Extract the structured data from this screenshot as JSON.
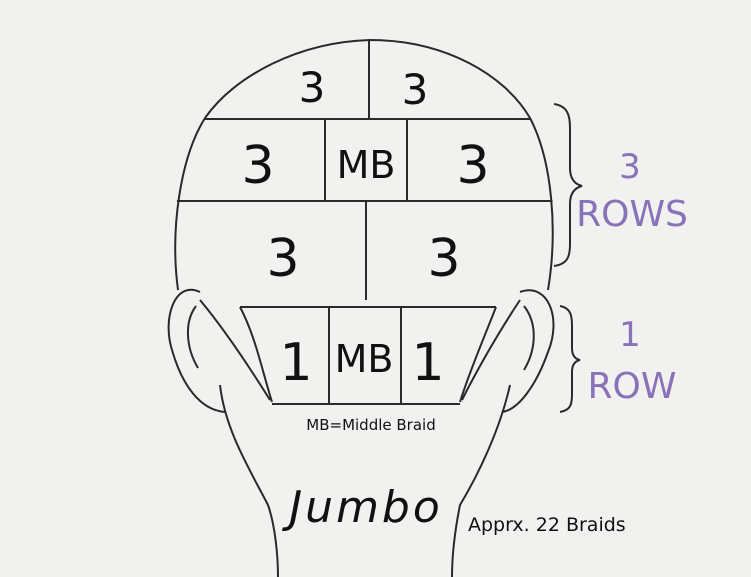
{
  "sections": {
    "top_left": "3",
    "top_right": "3",
    "second_left": "3",
    "second_middle": "MB",
    "second_right": "3",
    "third_left": "3",
    "third_right": "3",
    "nape_left": "1",
    "nape_middle": "MB",
    "nape_right": "1"
  },
  "legend": "MB=Middle Braid",
  "title": "Jumbo",
  "subtitle": "Apprx. 22 Braids",
  "brackets": {
    "upper_count": "3",
    "upper_label": "ROWS",
    "lower_count": "1",
    "lower_label": "ROW"
  },
  "colors": {
    "accent": "#8a72b8",
    "ink": "#111111",
    "line": "#2a2a2a",
    "background": "#f1f1ef"
  }
}
